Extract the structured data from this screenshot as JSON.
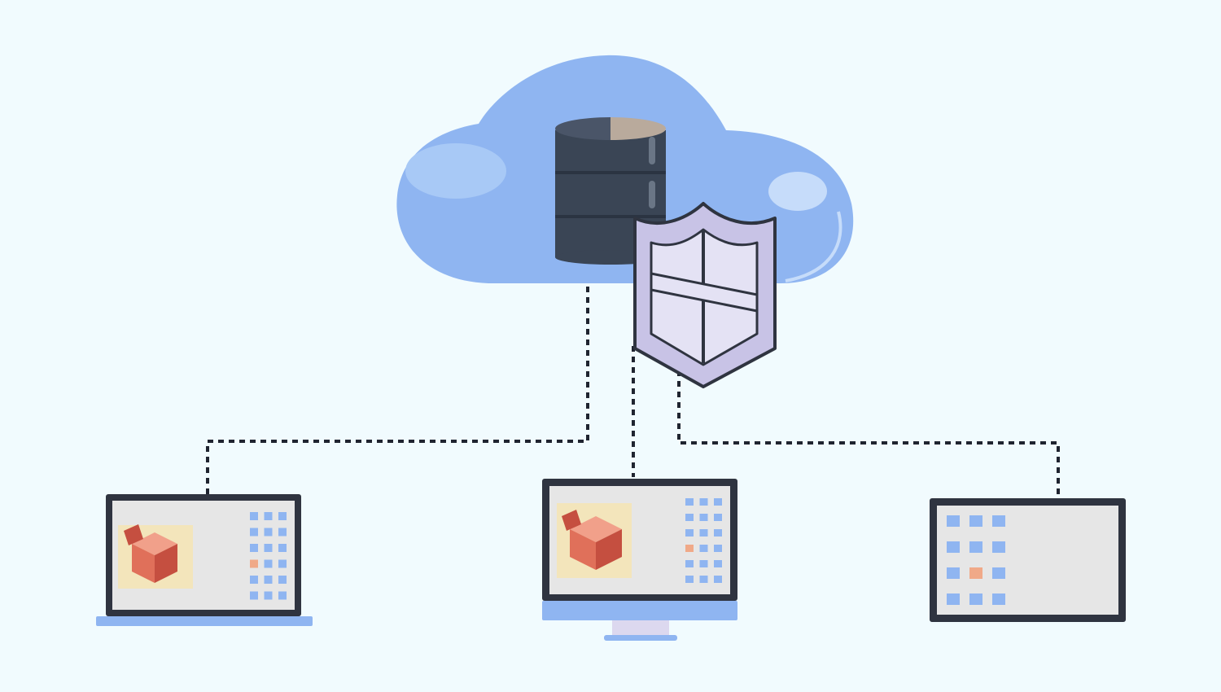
{
  "colors": {
    "background": "#f1fbfe",
    "cloud": "#8fb5f1",
    "cloud_light": "#a8c9f6",
    "cloud_highlight": "#c6dcfa",
    "database_body": "#3a4555",
    "database_band": "#2b3442",
    "database_top_left": "#4a5568",
    "database_top_right": "#b9aa9c",
    "shield_fill": "#e4e2f4",
    "shield_shade": "#c8c3e6",
    "outline": "#2f3440",
    "connector": "#1f2430",
    "screen_frame": "#2f3440",
    "screen_fill": "#e6e6e6",
    "device_base": "#8fb5f1",
    "monitor_stand": "#dcd8ef",
    "tile_blue": "#8fb5f1",
    "tile_orange": "#f0a988",
    "thumbnail_bg": "#f3e5bb",
    "cube_dark": "#c54f40",
    "cube_mid": "#e0705a",
    "cube_light": "#f1a08a"
  },
  "diagram": {
    "hub": {
      "icons": [
        "cloud-icon",
        "database-icon",
        "shield-icon"
      ]
    },
    "connectors": {
      "style": "dashed"
    },
    "devices": [
      {
        "kind": "laptop",
        "icon": "laptop-icon",
        "screen": {
          "thumbnail": "package-cube-icon",
          "tile_grid": "3x6"
        }
      },
      {
        "kind": "desktop-monitor",
        "icon": "monitor-icon",
        "screen": {
          "thumbnail": "package-cube-icon",
          "tile_grid": "3x6"
        }
      },
      {
        "kind": "tablet",
        "icon": "tablet-icon",
        "screen": {
          "thumbnail": "",
          "tile_grid": "3x4"
        }
      }
    ]
  }
}
